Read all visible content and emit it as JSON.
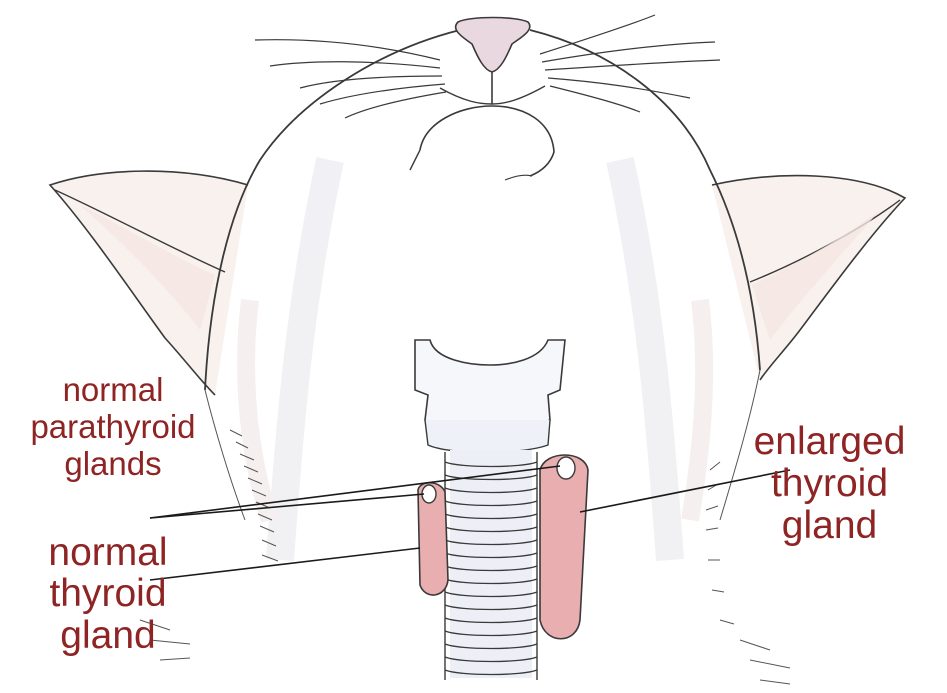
{
  "labels": {
    "parathyroid": [
      "normal",
      "parathyroid",
      "glands"
    ],
    "normal_thyroid": [
      "normal",
      "thyroid",
      "gland"
    ],
    "enlarged_thyroid": [
      "enlarged",
      "thyroid",
      "gland"
    ]
  },
  "colors": {
    "label_text": "#8e2424",
    "outline": "#3a3a3a",
    "gland_fill": "#e9aeb0",
    "nose_fill": "#ead8e0",
    "ear_inner": "#f6ece8",
    "fur_shade": "#eeeef2",
    "trachea_shade": "#e6eaf4"
  }
}
